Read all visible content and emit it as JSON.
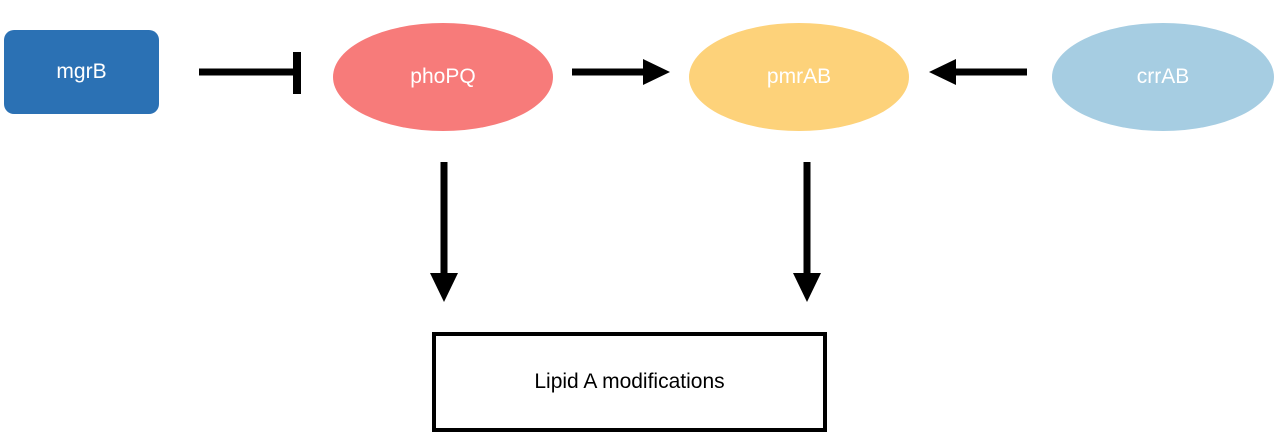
{
  "nodes": {
    "mgrb": {
      "label": "mgrB",
      "color": "#2b71b4"
    },
    "phopq": {
      "label": "phoPQ",
      "color": "#f77b7a"
    },
    "pmrab": {
      "label": "pmrAB",
      "color": "#fdd27a"
    },
    "crrab": {
      "label": "crrAB",
      "color": "#a6cde2"
    }
  },
  "output": {
    "label": "Lipid A modifications"
  },
  "edges": [
    {
      "from": "mgrB",
      "to": "phoPQ",
      "type": "inhibition"
    },
    {
      "from": "phoPQ",
      "to": "pmrAB",
      "type": "activation"
    },
    {
      "from": "crrAB",
      "to": "pmrAB",
      "type": "activation"
    },
    {
      "from": "phoPQ",
      "to": "Lipid A modifications",
      "type": "activation"
    },
    {
      "from": "pmrAB",
      "to": "Lipid A modifications",
      "type": "activation"
    }
  ]
}
